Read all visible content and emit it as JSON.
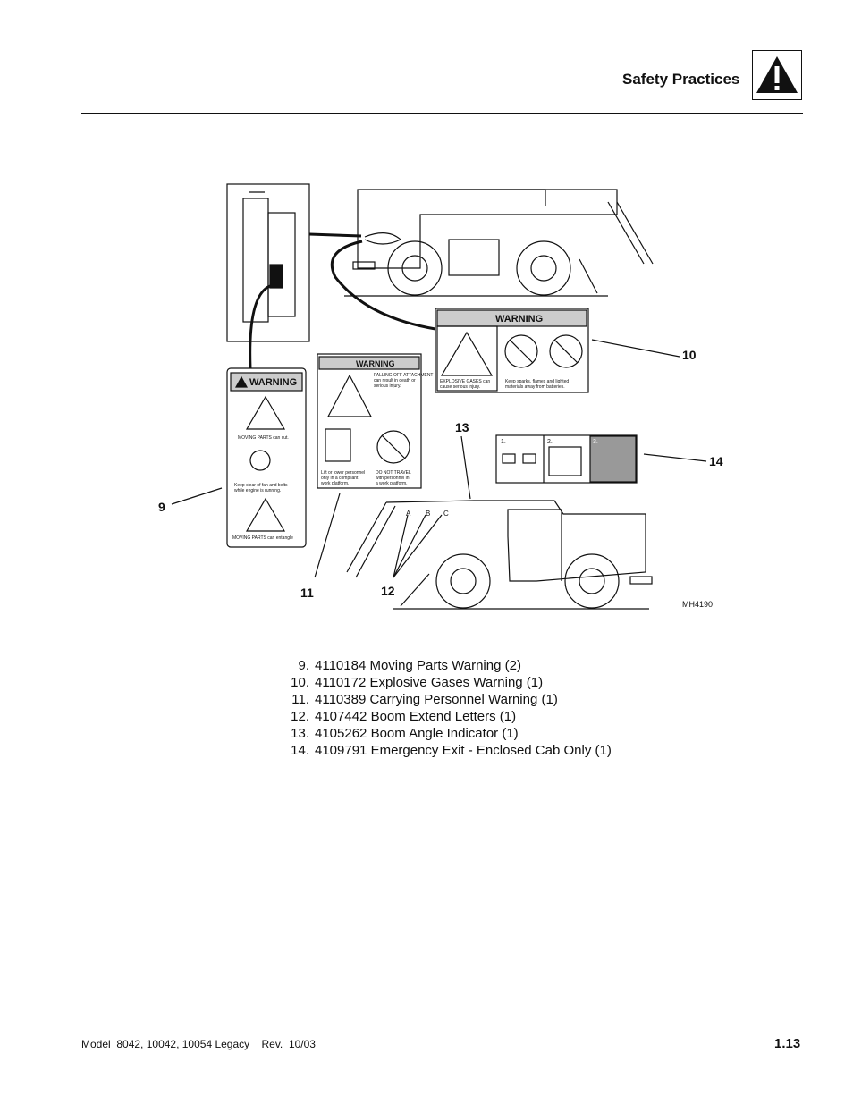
{
  "header": {
    "title": "Safety Practices",
    "icon": "warning-triangle-icon"
  },
  "figure": {
    "callouts": [
      "9",
      "10",
      "11",
      "12",
      "13",
      "14"
    ],
    "figure_id": "MH4190",
    "decal_warning": "WARNING",
    "decal_moving_parts": {
      "line1": "MOVING PARTS can cut.",
      "line2": "Keep clear of fan and belts",
      "line3": "while engine is running.",
      "line4": "MOVING PARTS can entangle"
    },
    "decal_explosive": {
      "line1": "EXPLOSIVE GASES can",
      "line2": "cause serious injury.",
      "line3": "Keep sparks, flames and lighted",
      "line4": "materials away from batteries."
    },
    "decal_personnel": {
      "line1": "FALLING OFF ATTACHMENT",
      "line2": "can result in death or",
      "line3": "serious injury.",
      "line4": "Lift or lower personnel",
      "line5": "only in a compliant",
      "line6": "work platform.",
      "line7": "DO NOT TRAVEL",
      "line8": "with personnel in",
      "line9": "a work platform."
    },
    "boom_letters": [
      "A",
      "B",
      "C"
    ],
    "exit_steps": [
      "1.",
      "2.",
      "3."
    ]
  },
  "parts_list": [
    {
      "num": "9.",
      "text": "4110184 Moving Parts Warning (2)"
    },
    {
      "num": "10.",
      "text": "4110172 Explosive Gases Warning (1)"
    },
    {
      "num": "11.",
      "text": "4110389 Carrying Personnel Warning (1)"
    },
    {
      "num": "12.",
      "text": "4107442 Boom Extend Letters (1)"
    },
    {
      "num": "13.",
      "text": "4105262 Boom Angle Indicator (1)"
    },
    {
      "num": "14.",
      "text": "4109791 Emergency Exit - Enclosed Cab Only (1)"
    }
  ],
  "footer": {
    "left": "Model  8042, 10042, 10054 Legacy    Rev.  10/03",
    "right": "1.13"
  }
}
